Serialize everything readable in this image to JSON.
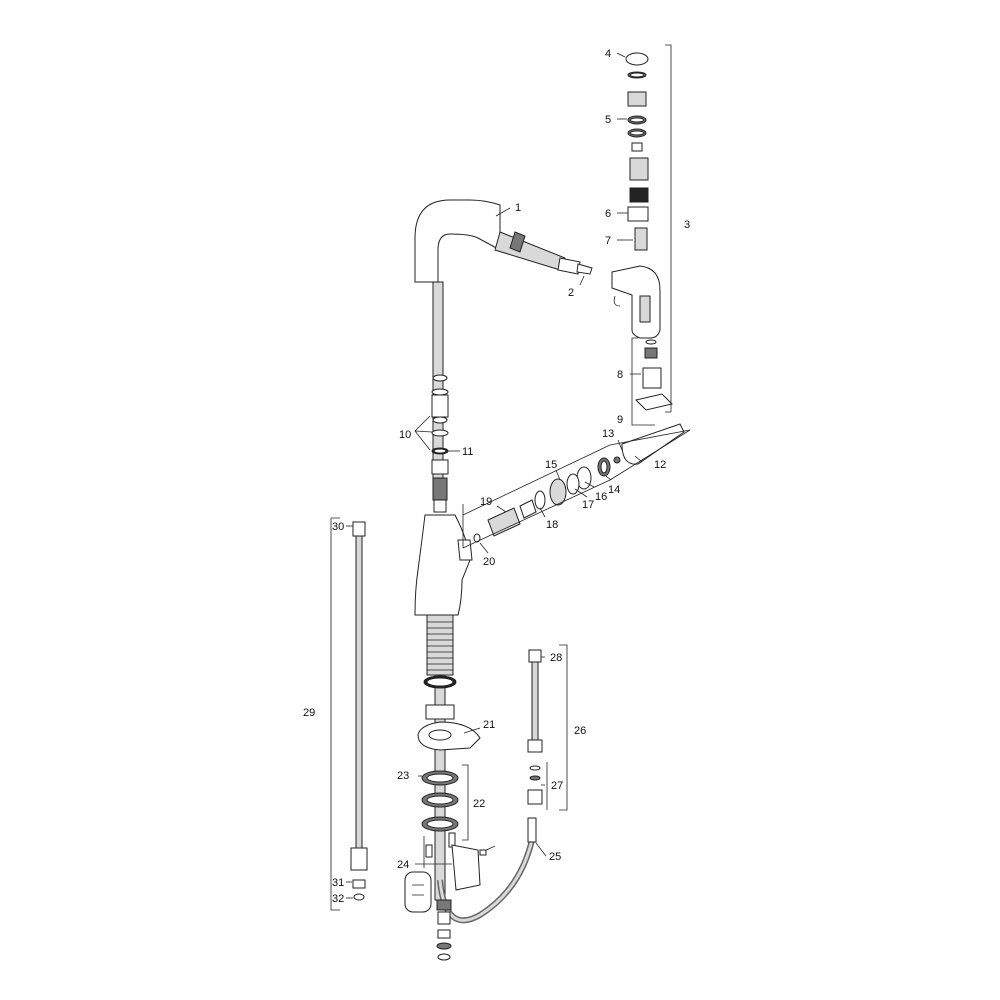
{
  "labels": {
    "p1": "1",
    "p2": "2",
    "p3": "3",
    "p4": "4",
    "p5": "5",
    "p6": "6",
    "p7": "7",
    "p8": "8",
    "p9": "9",
    "p10": "10",
    "p11": "11",
    "p12": "12",
    "p13": "13",
    "p14": "14",
    "p15": "15",
    "p16": "16",
    "p17": "17",
    "p18": "18",
    "p19": "19",
    "p20": "20",
    "p21": "21",
    "p22": "22",
    "p23": "23",
    "p24": "24",
    "p25": "25",
    "p26": "26",
    "p27": "27",
    "p28": "28",
    "p29": "29",
    "p30": "30",
    "p31": "31",
    "p32": "32"
  }
}
